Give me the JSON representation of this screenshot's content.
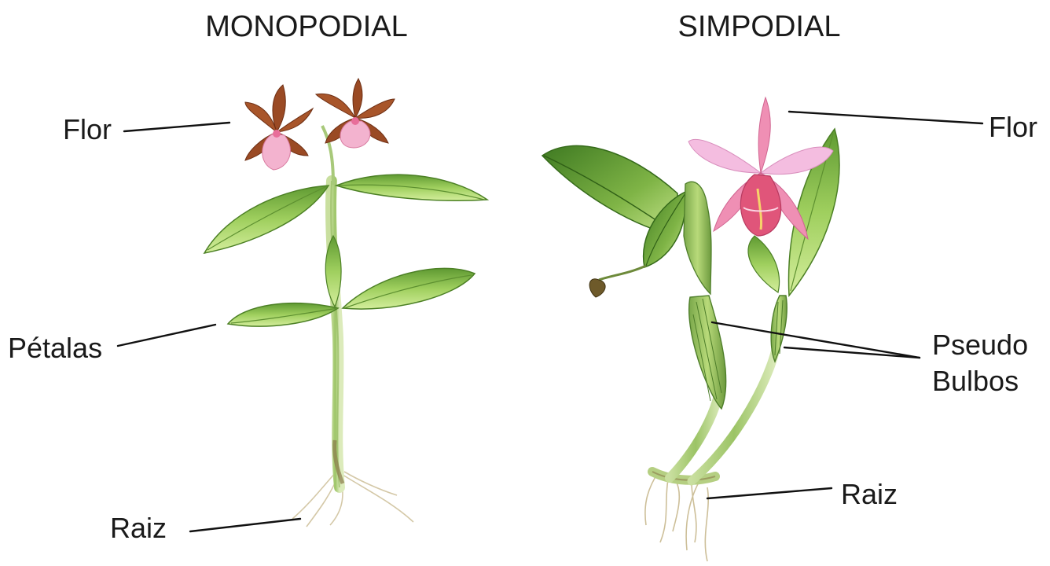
{
  "headings": {
    "monopodial": "MONOPODIAL",
    "simpodial": "SIMPODIAL"
  },
  "labels": {
    "mono_flor": "Flor",
    "mono_petalas": "Pétalas",
    "mono_raiz": "Raiz",
    "simp_flor": "Flor",
    "simp_pseudo_line1": "Pseudo",
    "simp_pseudo_line2": "Bulbos",
    "simp_raiz": "Raiz"
  },
  "colors": {
    "leaf_dark": "#4f8a2a",
    "leaf_light": "#a9d46a",
    "stem": "#b9d68a",
    "brown_flower": "#9b4a22",
    "pink_lip": "#f2a9c6",
    "cattleya_petal": "#f3b6dc",
    "cattleya_lip": "#e0557a",
    "root": "#c8b990"
  }
}
